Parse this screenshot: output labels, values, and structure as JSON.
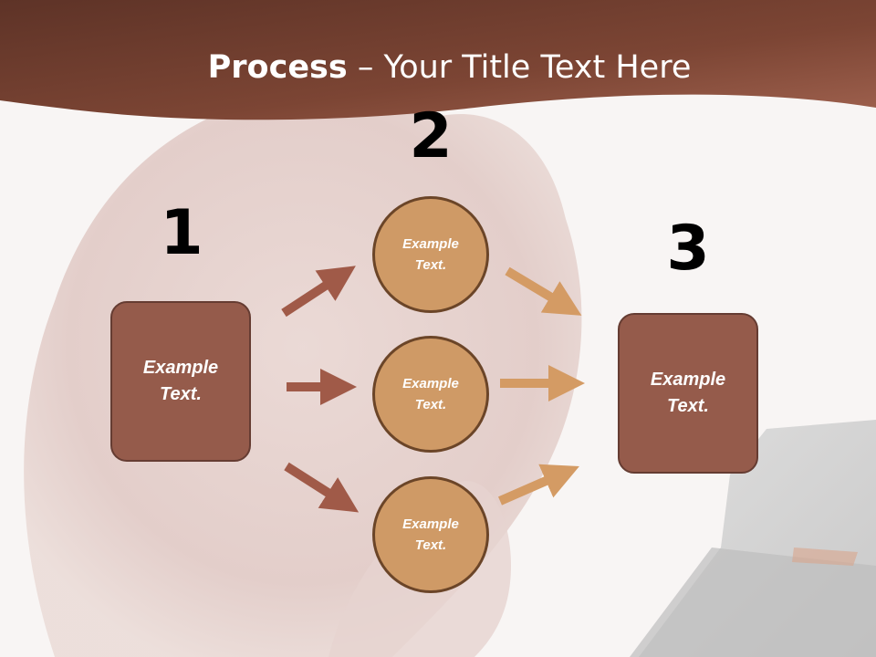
{
  "title": {
    "bold": "Process",
    "rest": " – Your Title Text Here"
  },
  "steps": {
    "one": "1",
    "two": "2",
    "three": "3"
  },
  "left_box": {
    "line1": "Example",
    "line2": "Text."
  },
  "right_box": {
    "line1": "Example",
    "line2": "Text."
  },
  "circles": [
    {
      "line1": "Example",
      "line2": "Text."
    },
    {
      "line1": "Example",
      "line2": "Text."
    },
    {
      "line1": "Example",
      "line2": "Text."
    }
  ],
  "colors": {
    "header": "#7a4434",
    "box": "#955b4b",
    "circle": "#cf9a66",
    "arrow_left": "#a05a48",
    "arrow_right": "#d49b64"
  },
  "icons": {
    "arrows": "right-pointing-arrow-icon",
    "background": "shoulder-and-dumbbell-photo"
  }
}
